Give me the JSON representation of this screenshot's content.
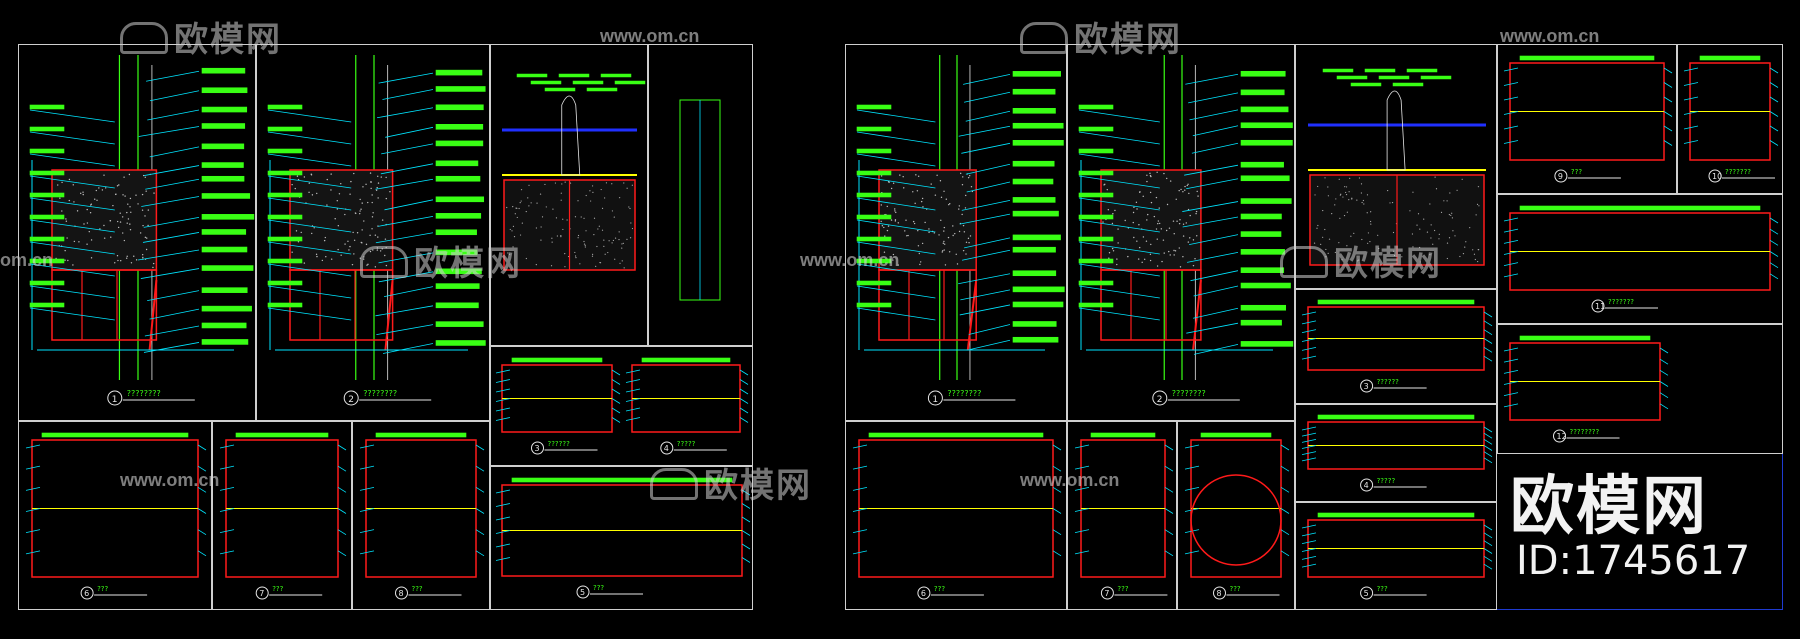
{
  "watermarks": {
    "logo_text": "欧模网",
    "url_text": "www.om.cn",
    "url_fragment": "om.cn",
    "brand": "欧模网",
    "model_id": "ID:1745617"
  },
  "drawing": {
    "sheet_border_color": "#1f3bd1",
    "colors": {
      "cyan": "#00e5ff",
      "green": "#39ff14",
      "red": "#ff1a1a",
      "yellow": "#ffff00",
      "white": "#e6e6e6",
      "blue": "#2030ff"
    },
    "detail_labels": [
      "1",
      "2",
      "3",
      "4",
      "5",
      "6",
      "7",
      "8",
      "9",
      "10",
      "11",
      "12"
    ],
    "detail_titles": [
      "????????",
      "????????",
      "??????",
      "?????",
      "???",
      "???",
      "???",
      "???",
      "???",
      "???????",
      "???????",
      "????????"
    ]
  }
}
